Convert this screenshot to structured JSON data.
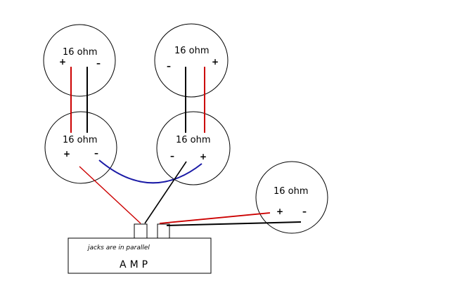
{
  "speakers": [
    {
      "id": "top-left",
      "label": "16 ohm",
      "plus": "+",
      "minus": "–"
    },
    {
      "id": "top-right",
      "label": "16 ohm",
      "plus": "+",
      "minus": "–"
    },
    {
      "id": "mid-left",
      "label": "16 ohm",
      "plus": "+",
      "minus": "–"
    },
    {
      "id": "mid-right",
      "label": "16 ohm",
      "plus": "+",
      "minus": "–"
    },
    {
      "id": "right",
      "label": "16 ohm",
      "plus": "+",
      "minus": "–"
    }
  ],
  "amp": {
    "note": "jacks are in parallel",
    "label": "AMP"
  },
  "colors": {
    "positive_wire": "#cc0000",
    "negative_wire": "#000000",
    "series_link_wire": "#1a1aa6",
    "outline": "#000000"
  }
}
